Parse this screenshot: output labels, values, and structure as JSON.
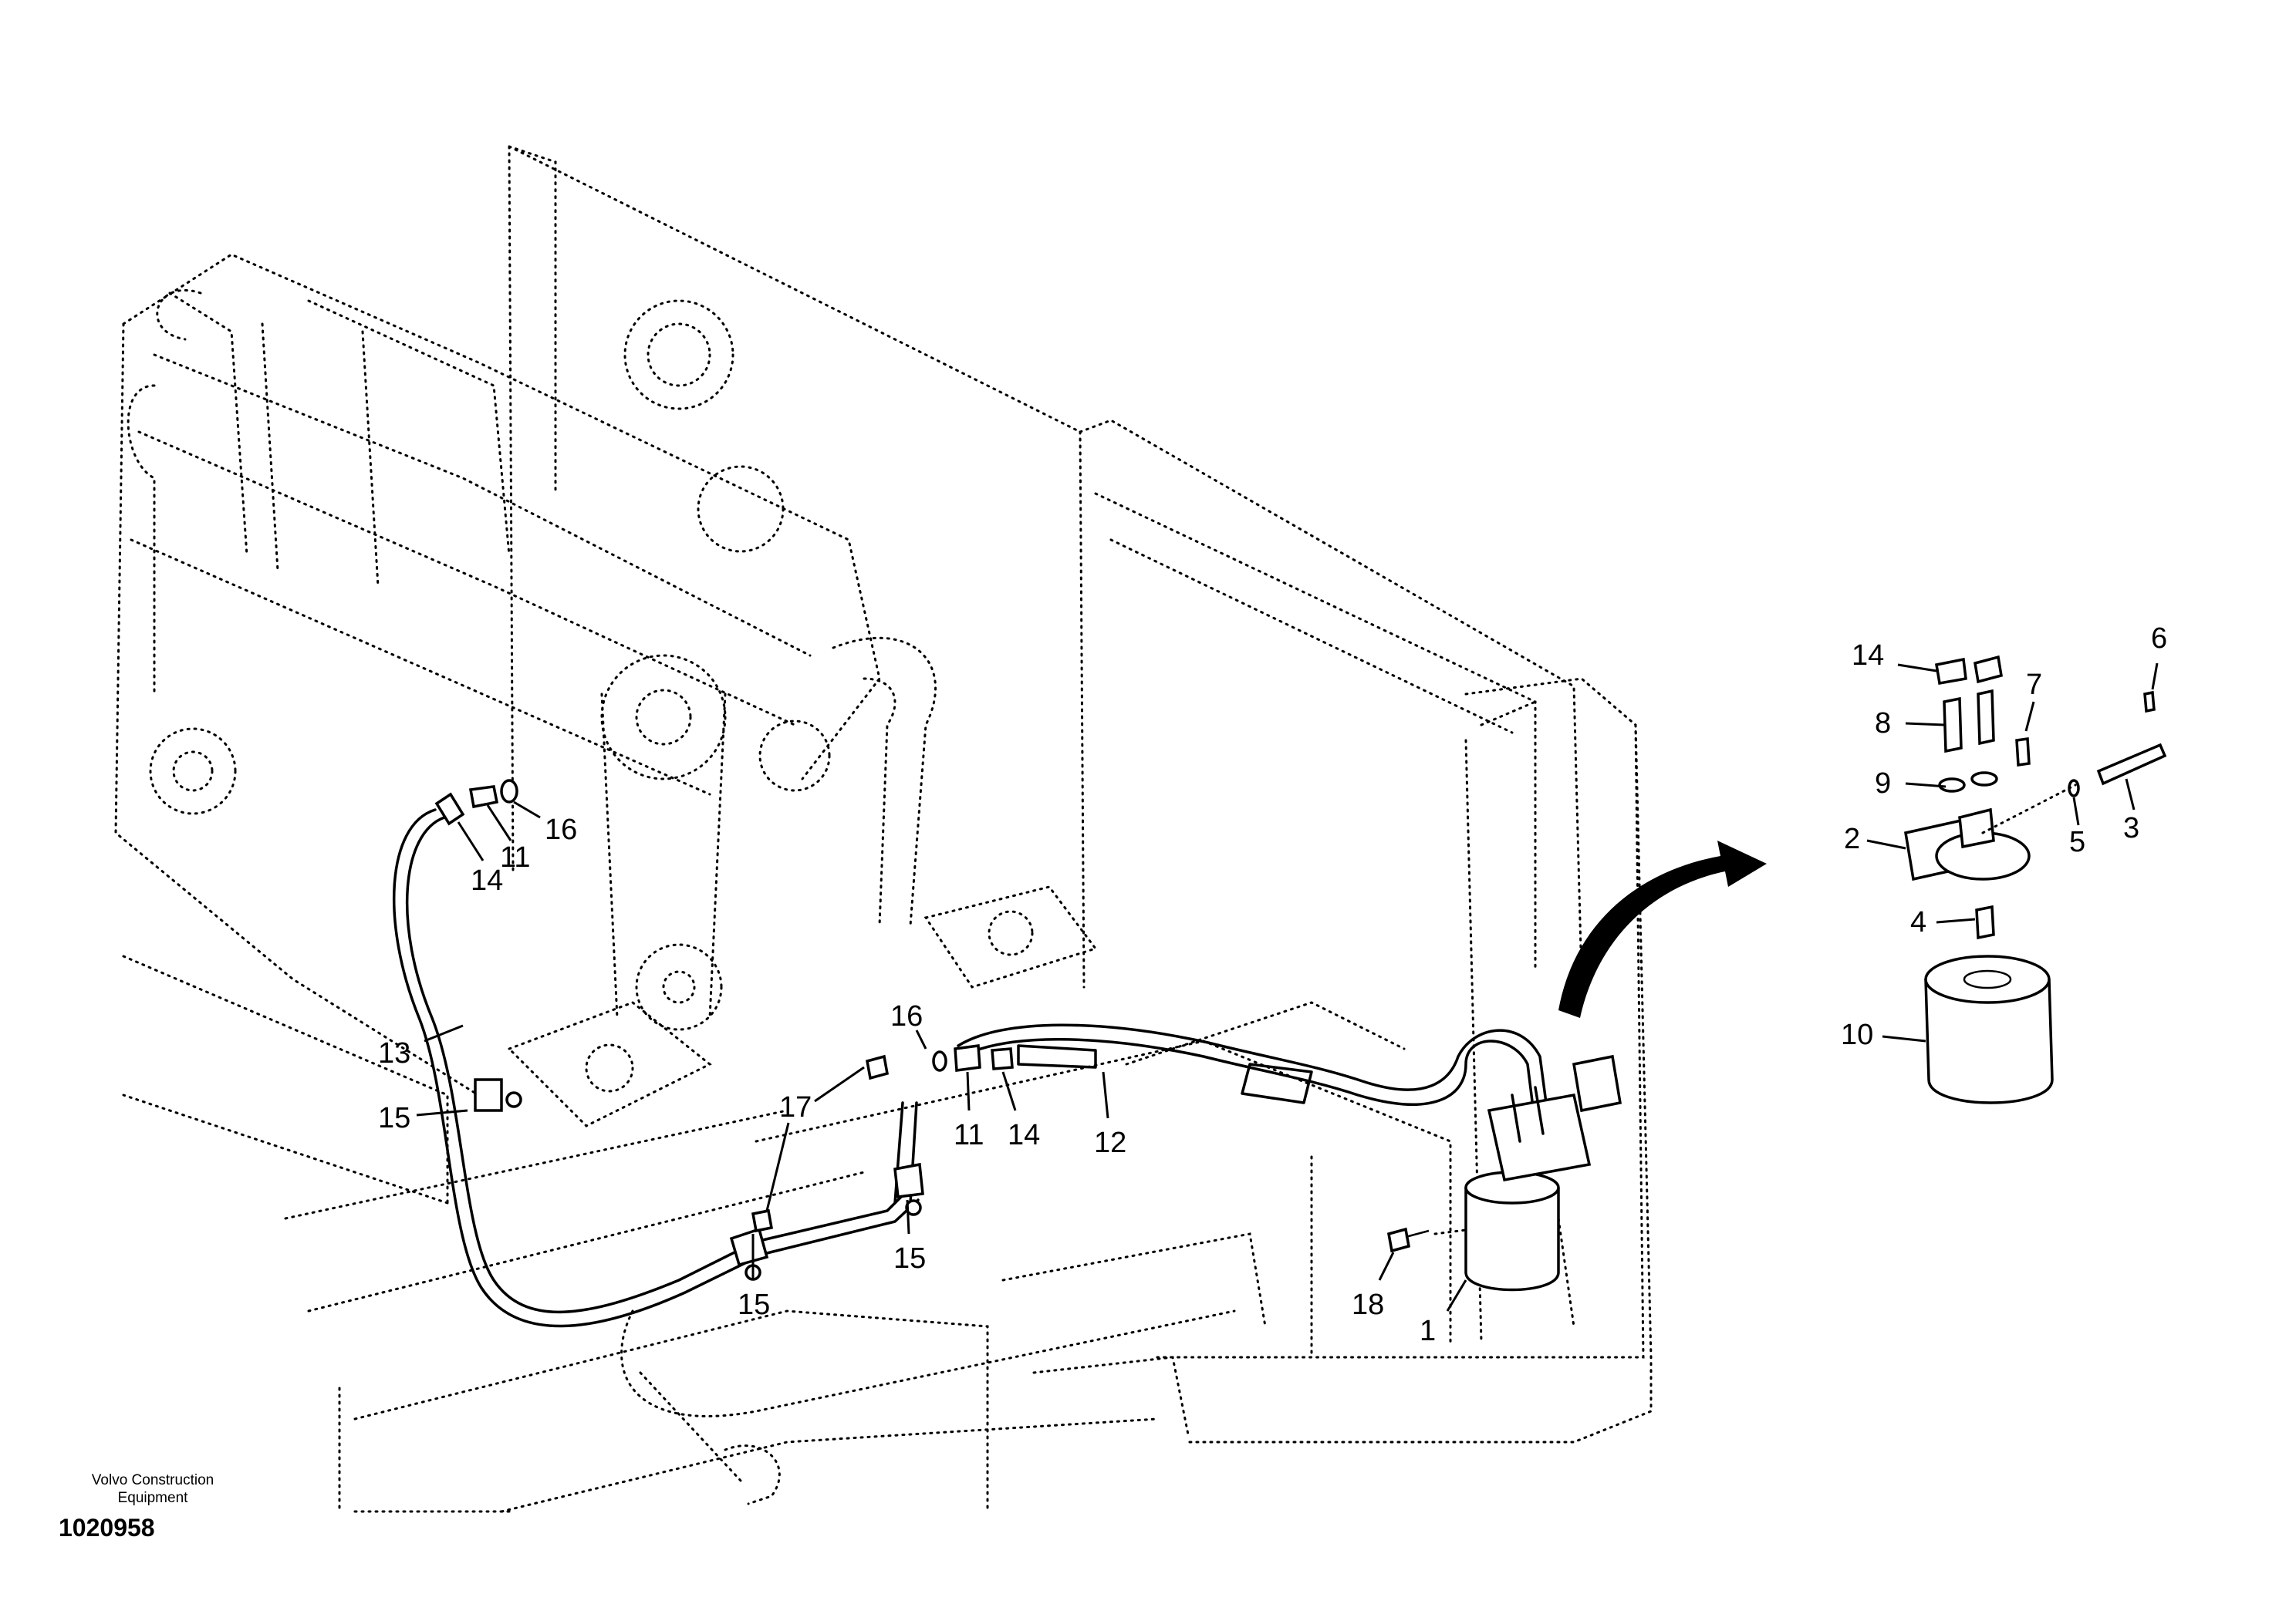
{
  "footer": {
    "credit_line1": "Volvo Construction",
    "credit_line2": "Equipment",
    "drawing_number": "1020958"
  },
  "callouts": {
    "c1": "1",
    "c2": "2",
    "c3": "3",
    "c4": "4",
    "c5": "5",
    "c6": "6",
    "c7": "7",
    "c8": "8",
    "c9": "9",
    "c10": "10",
    "c11a": "11",
    "c11b": "11",
    "c12": "12",
    "c13": "13",
    "c14a": "14",
    "c14b": "14",
    "c14c": "14",
    "c15a": "15",
    "c15b": "15",
    "c15c": "15",
    "c16a": "16",
    "c16b": "16",
    "c17": "17",
    "c18": "18"
  }
}
